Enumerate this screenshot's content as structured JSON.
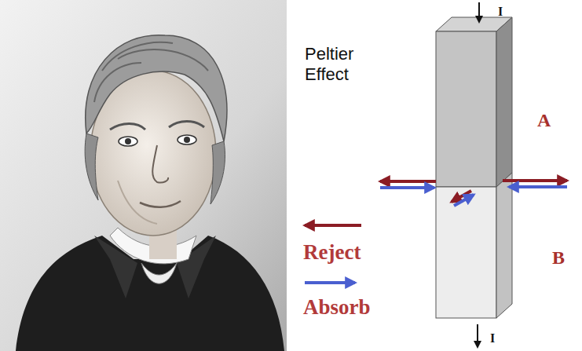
{
  "diagram": {
    "title": "Peltier Effect",
    "labels": [
      "I",
      "A",
      "B",
      "I"
    ],
    "legend": [
      {
        "text": "Reject"
      },
      {
        "text": "Absorb"
      }
    ]
  }
}
